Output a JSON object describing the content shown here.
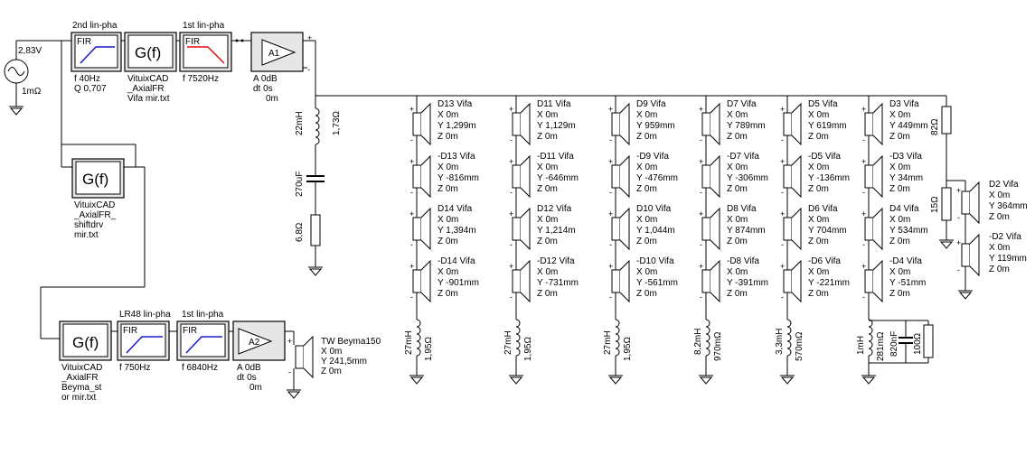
{
  "source": {
    "voltage": "2,83V",
    "resistance": "1mΩ"
  },
  "blocks": {
    "fir1": {
      "title": "2nd lin-pha",
      "label": "FIR",
      "params": [
        "f  40Hz",
        "Q  0,707"
      ]
    },
    "gf1": {
      "label": "G(f)",
      "caption": [
        "VituixCAD",
        "_AxialFR",
        "Vifa mir.txt"
      ]
    },
    "fir2": {
      "title": "1st lin-pha",
      "label": "FIR",
      "params": [
        "f  7520Hz"
      ]
    },
    "amp1": {
      "label": "A1",
      "params": [
        "A  0dB",
        "dt 0s",
        "0m"
      ]
    },
    "gf2": {
      "label": "G(f)",
      "caption": [
        "VituixCAD",
        "_AxialFR_",
        "shiftdrv",
        "mir.txt"
      ]
    },
    "gf3": {
      "label": "G(f)",
      "caption": [
        "VituixCAD",
        "_AxialFR",
        "Beyma_st",
        "or mir.txt"
      ]
    },
    "fir3": {
      "title": "LR48 lin-pha",
      "label": "FIR",
      "params": [
        "f  750Hz"
      ]
    },
    "fir4": {
      "title": "1st lin-pha",
      "label": "FIR",
      "params": [
        "f  6840Hz"
      ]
    },
    "amp2": {
      "label": "A2",
      "params": [
        "A  0dB",
        "dt 0s",
        "0m"
      ]
    }
  },
  "tweeter": {
    "name": "TW Beyma150",
    "x": "X 0m",
    "y": "Y 241,5mm",
    "z": "Z 0m"
  },
  "main_filter": {
    "inductor": [
      "22mH",
      "1,73Ω"
    ],
    "capacitor": "270uF",
    "resistor": "6,8Ω"
  },
  "columns": [
    {
      "drivers": [
        {
          "name": "D13 Vifa",
          "x": "X 0m",
          "y": "Y 1,299m",
          "z": "Z 0m"
        },
        {
          "name": "-D13 Vifa",
          "x": "X 0m",
          "y": "Y -816mm",
          "z": "Z 0m"
        },
        {
          "name": "D14 Vifa",
          "x": "X 0m",
          "y": "Y 1,394m",
          "z": "Z 0m"
        },
        {
          "name": "-D14 Vifa",
          "x": "X 0m",
          "y": "Y -901mm",
          "z": "Z 0m"
        }
      ],
      "inductor": [
        "27mH",
        "1,95Ω"
      ]
    },
    {
      "drivers": [
        {
          "name": "D11 Vifa",
          "x": "X 0m",
          "y": "Y 1,129m",
          "z": "Z 0m"
        },
        {
          "name": "-D11 Vifa",
          "x": "X 0m",
          "y": "Y -646mm",
          "z": "Z 0m"
        },
        {
          "name": "D12 Vifa",
          "x": "X 0m",
          "y": "Y 1,214m",
          "z": "Z 0m"
        },
        {
          "name": "-D12 Vifa",
          "x": "X 0m",
          "y": "Y -731mm",
          "z": "Z 0m"
        }
      ],
      "inductor": [
        "27mH",
        "1,95Ω"
      ]
    },
    {
      "drivers": [
        {
          "name": "D9 Vifa",
          "x": "X 0m",
          "y": "Y 959mm",
          "z": "Z 0m"
        },
        {
          "name": "-D9 Vifa",
          "x": "X 0m",
          "y": "Y -476mm",
          "z": "Z 0m"
        },
        {
          "name": "D10 Vifa",
          "x": "X 0m",
          "y": "Y 1,044m",
          "z": "Z 0m"
        },
        {
          "name": "-D10 Vifa",
          "x": "X 0m",
          "y": "Y -561mm",
          "z": "Z 0m"
        }
      ],
      "inductor": [
        "27mH",
        "1,95Ω"
      ]
    },
    {
      "drivers": [
        {
          "name": "D7 Vifa",
          "x": "X 0m",
          "y": "Y 789mm",
          "z": "Z 0m"
        },
        {
          "name": "-D7 Vifa",
          "x": "X 0m",
          "y": "Y -306mm",
          "z": "Z 0m"
        },
        {
          "name": "D8 Vifa",
          "x": "X 0m",
          "y": "Y 874mm",
          "z": "Z 0m"
        },
        {
          "name": "-D8 Vifa",
          "x": "X 0m",
          "y": "Y -391mm",
          "z": "Z 0m"
        }
      ],
      "inductor": [
        "8,2mH",
        "970mΩ"
      ]
    },
    {
      "drivers": [
        {
          "name": "D5 Vifa",
          "x": "X 0m",
          "y": "Y 619mm",
          "z": "Z 0m"
        },
        {
          "name": "-D5 Vifa",
          "x": "X 0m",
          "y": "Y -136mm",
          "z": "Z 0m"
        },
        {
          "name": "D6 Vifa",
          "x": "X 0m",
          "y": "Y 704mm",
          "z": "Z 0m"
        },
        {
          "name": "-D6 Vifa",
          "x": "X 0m",
          "y": "Y -221mm",
          "z": "Z 0m"
        }
      ],
      "inductor": [
        "3,3mH",
        "570mΩ"
      ]
    },
    {
      "drivers": [
        {
          "name": "D3 Vifa",
          "x": "X 0m",
          "y": "Y 449mm",
          "z": "Z 0m"
        },
        {
          "name": "-D3 Vifa",
          "x": "X 0m",
          "y": "Y 34mm",
          "z": "Z 0m"
        },
        {
          "name": "D4 Vifa",
          "x": "X 0m",
          "y": "Y 534mm",
          "z": "Z 0m"
        },
        {
          "name": "-D4 Vifa",
          "x": "X 0m",
          "y": "Y -51mm",
          "z": "Z 0m"
        }
      ],
      "inductor": [
        "1mH",
        "281mΩ"
      ],
      "shunt": {
        "capacitor": "820nF",
        "resistor": "100Ω"
      }
    }
  ],
  "right_branch": {
    "r_top": "82Ω",
    "r_shunt": "15Ω",
    "drivers": [
      {
        "name": "D2 Vifa",
        "x": "X 0m",
        "y": "Y 364mm",
        "z": "Z 0m"
      },
      {
        "name": "-D2 Vifa",
        "x": "X 0m",
        "y": "Y 119mm",
        "z": "Z 0m"
      }
    ]
  },
  "colors": {
    "fir_highpass": "#1a1acc",
    "fir_lowpass": "#dd1111",
    "block_fill": "#e6e6e6",
    "wire": "#000000"
  }
}
